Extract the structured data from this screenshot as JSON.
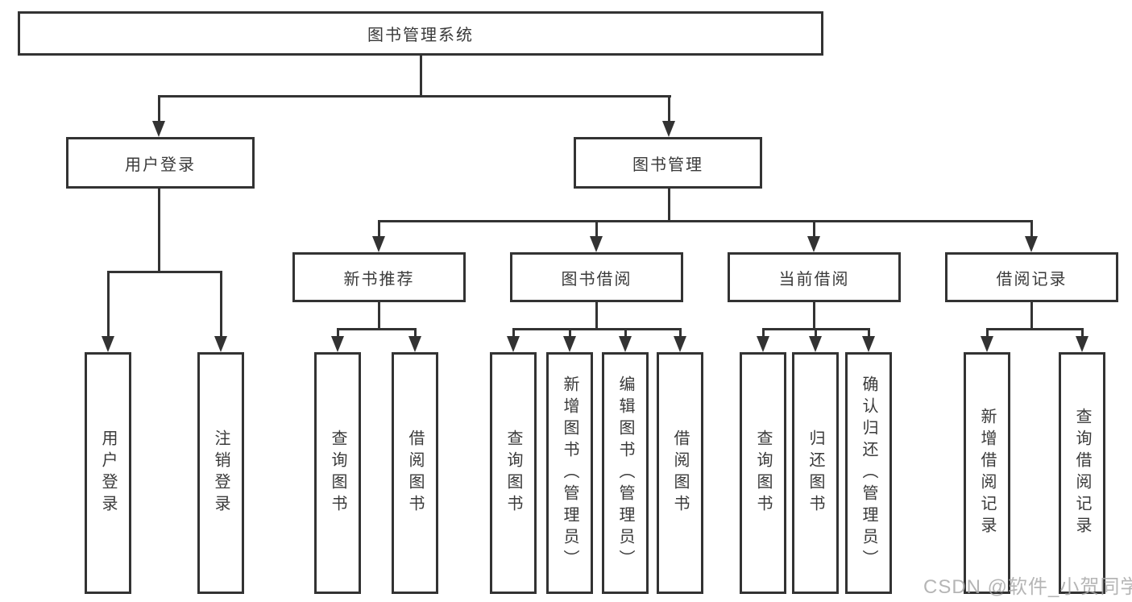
{
  "tree": {
    "root": "图书管理系统",
    "branches": [
      {
        "label": "用户登录",
        "children": [
          "用户登录",
          "注销登录"
        ]
      },
      {
        "label": "图书管理",
        "children": [
          {
            "label": "新书推荐",
            "children": [
              "查询图书",
              "借阅图书"
            ]
          },
          {
            "label": "图书借阅",
            "children": [
              "查询图书",
              "新增图书（管理员）",
              "编辑图书（管理员）",
              "借阅图书"
            ]
          },
          {
            "label": "当前借阅",
            "children": [
              "查询图书",
              "归还图书",
              "确认归还（管理员）"
            ]
          },
          {
            "label": "借阅记录",
            "children": [
              "新增借阅记录",
              "查询借阅记录"
            ]
          }
        ]
      }
    ]
  },
  "watermark": "CSDN @软件_小贺同学",
  "colors": {
    "line": "#333333",
    "box_background": "#ffffff",
    "watermark": "#a9a9a9",
    "page_background": "#ffffff"
  }
}
